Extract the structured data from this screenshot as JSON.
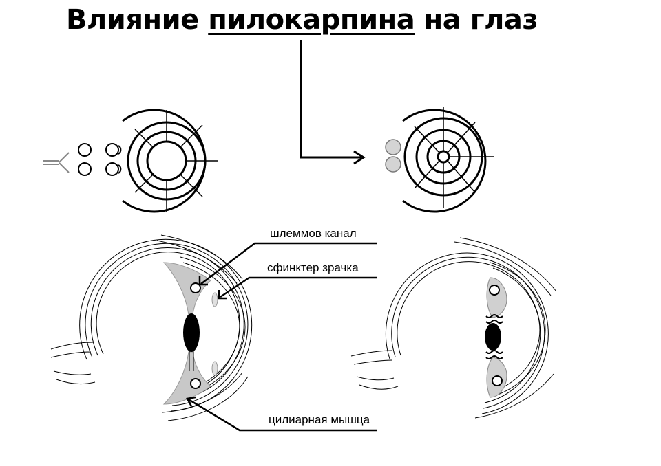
{
  "title": {
    "part1": "Влияние ",
    "part2": "пилокарпина",
    "part3": " на глаз"
  },
  "labels": {
    "schlemm_canal": "шлеммов канал",
    "pupil_sphincter": "сфинктер зрачка",
    "ciliary_muscle": "цилиарная мышца"
  },
  "colors": {
    "ink": "#000000",
    "muscle_fill": "#c8c8c8",
    "receptor_fill": "#d4d4d4"
  }
}
